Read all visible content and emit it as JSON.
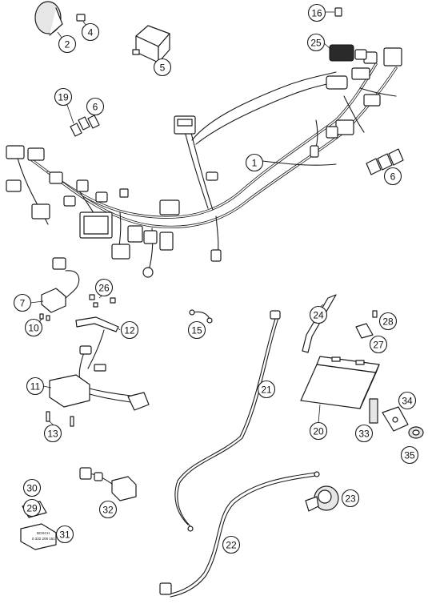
{
  "callouts": [
    {
      "label": "1"
    },
    {
      "label": "2"
    },
    {
      "label": "4"
    },
    {
      "label": "5"
    },
    {
      "label": "16"
    },
    {
      "label": "25"
    },
    {
      "label": "19"
    },
    {
      "label": "6"
    },
    {
      "label": "6"
    },
    {
      "label": "7"
    },
    {
      "label": "26"
    },
    {
      "label": "10"
    },
    {
      "label": "12"
    },
    {
      "label": "15"
    },
    {
      "label": "24"
    },
    {
      "label": "28"
    },
    {
      "label": "27"
    },
    {
      "label": "11"
    },
    {
      "label": "21"
    },
    {
      "label": "34"
    },
    {
      "label": "13"
    },
    {
      "label": "20"
    },
    {
      "label": "33"
    },
    {
      "label": "35"
    },
    {
      "label": "30"
    },
    {
      "label": "29"
    },
    {
      "label": "32"
    },
    {
      "label": "23"
    },
    {
      "label": "31"
    },
    {
      "label": "22"
    }
  ],
  "part_text": {
    "relay_brand": "BOSCH",
    "relay_code": "0 332 209 151"
  }
}
